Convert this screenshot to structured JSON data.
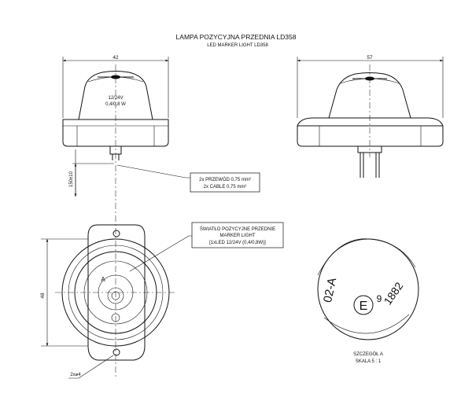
{
  "title": "LAMPA POZYCYJNA PRZEDNIA LD358",
  "subtitle": "LED MARKER LIGHT LD358",
  "dimensions": {
    "front_width": "42",
    "side_width": "57",
    "height": "48",
    "cable_length": "150±10",
    "holes": "2x⌀4"
  },
  "body_label": {
    "line1": "12/24V",
    "line2": "0,4/0,8 W"
  },
  "cable_note": {
    "line1": "2x PRZEWÓD 0,75 mm²",
    "line2": "2x CABLE 0,75 mm²"
  },
  "light_note": {
    "line1": "ŚWIATŁO POZYCYJNE PRZEDNIE",
    "line2": "MARKER LIGHT",
    "line3": "[1xLED 12/24V (0,4/0,8W)]"
  },
  "detail": {
    "code": "02-A",
    "approval_mark": "E",
    "approval_number": "9",
    "approval_code": "1882",
    "caption1": "SZCZEGÓŁ A",
    "caption2": "SKALA 5 : 1"
  },
  "top_view_mark": "A"
}
